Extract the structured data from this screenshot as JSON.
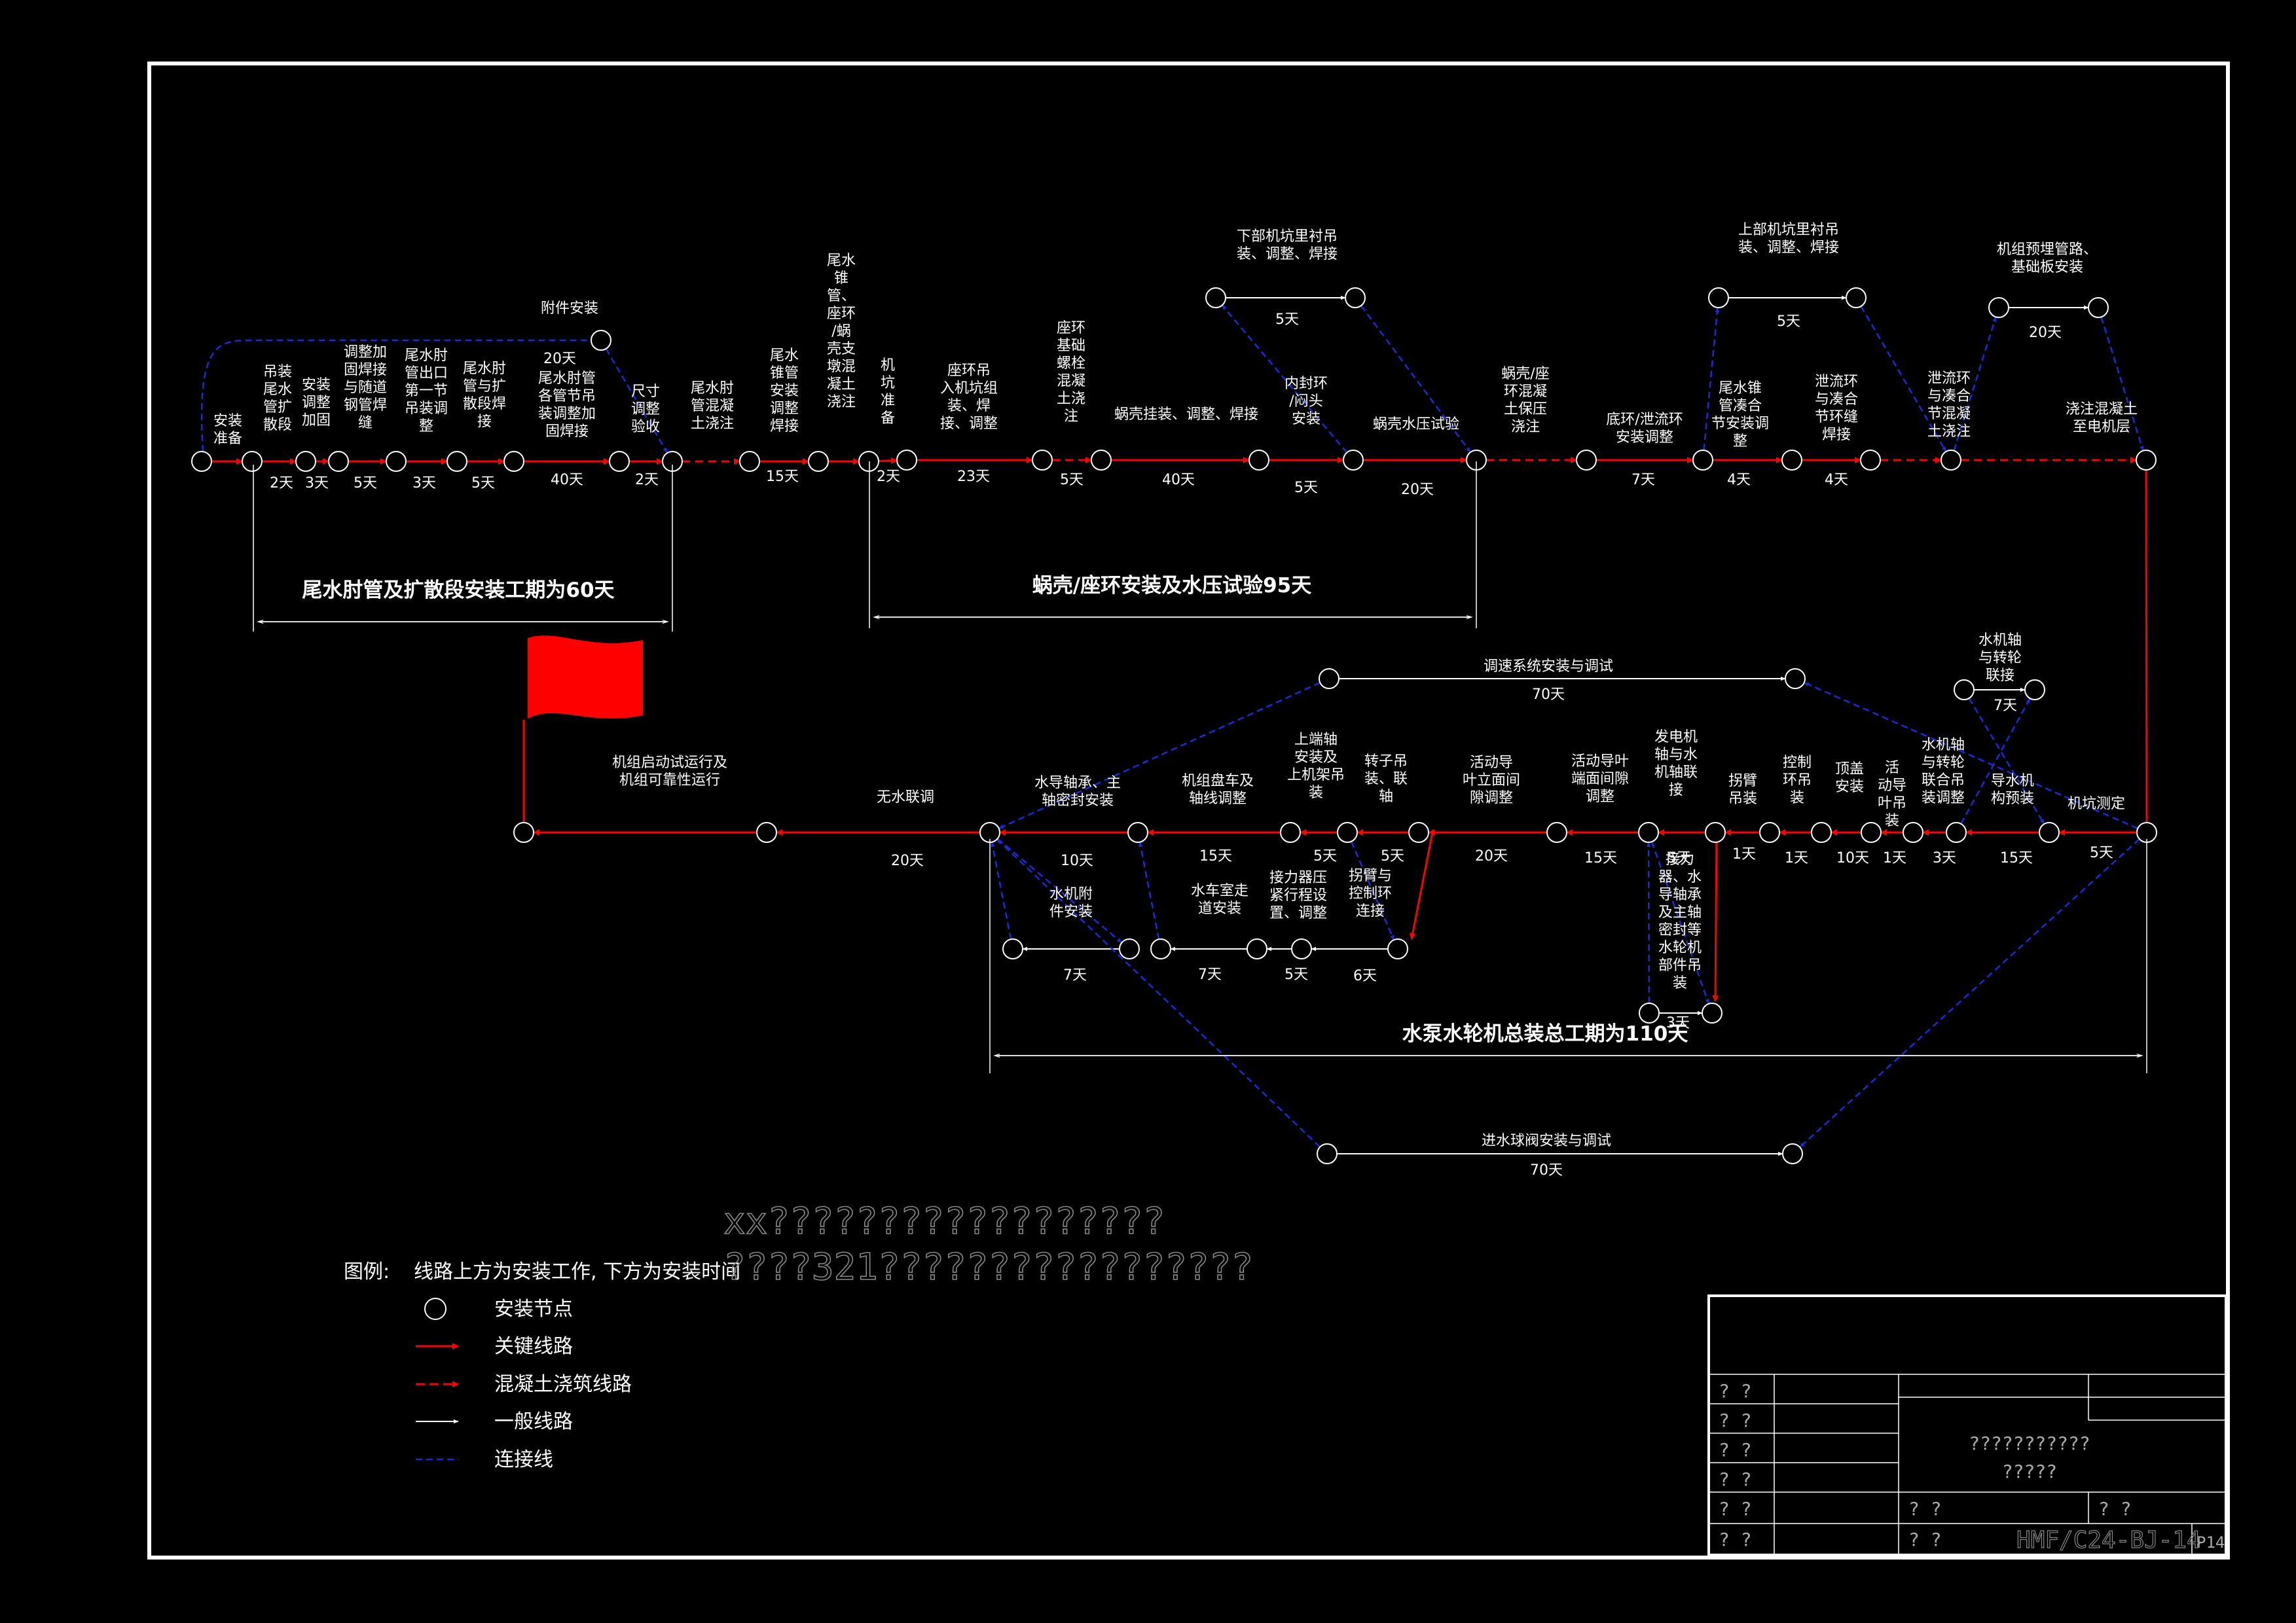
{
  "colors": {
    "critical": "#ff0000",
    "link": "#1a2cd8",
    "general": "#ffffff",
    "node": "#ffffff",
    "background": "#000000"
  },
  "phases": {
    "p1": "尾水肘管及扩散段安装工期为60天",
    "p2": "蜗壳/座环安装及水压试验95天",
    "p3": "水泵水轮机总装总工期为110天"
  },
  "tasks": {
    "t01": {
      "label": "安装\n准备",
      "dur": ""
    },
    "t02": {
      "label": "吊装\n尾水\n管扩\n散段",
      "dur": "2天"
    },
    "t03": {
      "label": "安装\n调整\n加固",
      "dur": "3天"
    },
    "t04": {
      "label": "调整加\n固焊接\n与随道\n钢管焊\n缝",
      "dur": "5天"
    },
    "t05": {
      "label": "尾水肘\n管出口\n第一节\n吊装调\n整",
      "dur": "3天"
    },
    "t06": {
      "label": "尾水肘\n管与扩\n散段焊\n接",
      "dur": "5天"
    },
    "t07": {
      "label": "尾水肘管\n各管节吊\n装调整加\n固焊接",
      "dur": "40天"
    },
    "t08": {
      "label": "尺寸\n调整\n验收",
      "dur": "2天"
    },
    "t09": {
      "label": "附件安装",
      "dur": "20天"
    },
    "t10": {
      "label": "尾水肘\n管混凝\n土浇注",
      "dur": ""
    },
    "t11": {
      "label": "尾水\n锥管\n安装\n调整\n焊接",
      "dur": "15天"
    },
    "t12": {
      "label": "尾水\n锥\n管、\n座环\n/蜗\n壳支\n墩混\n凝土\n浇注",
      "dur": ""
    },
    "t13": {
      "label": "机\n坑\n准\n备",
      "dur": "2天"
    },
    "t14": {
      "label": "座环吊\n入机坑组\n装、焊\n接、调整",
      "dur": "23天"
    },
    "t15": {
      "label": "座环\n基础\n螺栓\n混凝\n土浇\n注",
      "dur": "5天"
    },
    "t16": {
      "label": "蜗壳挂装、调整、焊接",
      "dur": "40天"
    },
    "t17": {
      "label": "内封环\n/闷头\n安装",
      "dur": "5天"
    },
    "t18": {
      "label": "蜗壳水压试验",
      "dur": "20天"
    },
    "t19": {
      "label": "下部机坑里衬吊\n装、调整、焊接",
      "dur": "5天"
    },
    "t20": {
      "label": "蜗壳/座\n环混凝\n土保压\n浇注",
      "dur": ""
    },
    "t21": {
      "label": "底环/泄流环\n安装调整",
      "dur": "7天"
    },
    "t22": {
      "label": "尾水锥\n管凑合\n节安装调\n整",
      "dur": "4天"
    },
    "t23": {
      "label": "泄流环\n与凑合\n节环缝\n焊接",
      "dur": "4天"
    },
    "t24": {
      "label": "泄流环\n与凑合\n节混凝\n土浇注",
      "dur": ""
    },
    "t25": {
      "label": "上部机坑里衬吊\n装、调整、焊接",
      "dur": "5天"
    },
    "t26": {
      "label": "机组预埋管路、\n基础板安装",
      "dur": "20天"
    },
    "t27": {
      "label": "浇注混凝土\n至电机层",
      "dur": ""
    },
    "t28": {
      "label": "机坑测定",
      "dur": "5天"
    },
    "t29": {
      "label": "导水机\n构预装",
      "dur": "15天"
    },
    "t30": {
      "label": "水机轴\n与转轮\n联合吊\n装调整",
      "dur": "3天"
    },
    "t31": {
      "label": "水机轴\n与转轮\n联接",
      "dur": "7天"
    },
    "t32": {
      "label": "活\n动导\n叶吊\n装",
      "dur": "1天"
    },
    "t33": {
      "label": "顶盖\n安装",
      "dur": "10天"
    },
    "t34": {
      "label": "控制\n环吊\n装",
      "dur": "1天"
    },
    "t35": {
      "label": "拐臂\n吊装",
      "dur": "1天"
    },
    "t36": {
      "label": "发电机\n轴与水\n机轴联\n接",
      "dur": "5天"
    },
    "t37": {
      "label": "接力\n器、水\n导轴承\n及主轴\n密封等\n水轮机\n部件吊\n装",
      "dur": "3天"
    },
    "t38": {
      "label": "活动导叶\n端面间隙\n调整",
      "dur": "15天"
    },
    "t39": {
      "label": "活动导\n叶立面间\n隙调整",
      "dur": "20天"
    },
    "t40": {
      "label": "转子吊\n装、联\n轴",
      "dur": "5天"
    },
    "t41": {
      "label": "上端轴\n安装及\n上机架吊\n装",
      "dur": "5天"
    },
    "t42": {
      "label": "拐臂与\n控制环\n连接",
      "dur": "6天"
    },
    "t43": {
      "label": "接力器压\n紧行程设\n置、调整",
      "dur": "5天"
    },
    "t44": {
      "label": "机组盘车及\n轴线调整",
      "dur": "15天"
    },
    "t45": {
      "label": "水车室走\n道安装",
      "dur": "7天"
    },
    "t46": {
      "label": "水导轴承、主\n轴密封安装",
      "dur": "10天"
    },
    "t47": {
      "label": "水机附\n件安装",
      "dur": "7天"
    },
    "t48": {
      "label": "无水联调",
      "dur": "20天"
    },
    "t49": {
      "label": "机组启动试运行及\n机组可靠性运行",
      "dur": ""
    },
    "t50": {
      "label": "调速系统安装与调试",
      "dur": "70天"
    },
    "t51": {
      "label": "进水球阀安装与调试",
      "dur": "70天"
    }
  },
  "legend": {
    "title": "图例:",
    "note": "线路上方为安装工作, 下方为安装时间",
    "node": "安装节点",
    "critical": "关键线路",
    "concrete": "混凝土浇筑线路",
    "general": "一般线路",
    "link": "连接线"
  },
  "ghost_text": {
    "line1": "xx??????????????????",
    "line2": "????321?????????????????"
  },
  "title_block": {
    "q": "? ?",
    "title1": "???????????",
    "title2": "?????",
    "drawing_no": "HMF/C24-BJ-14",
    "sheet": "P14"
  }
}
